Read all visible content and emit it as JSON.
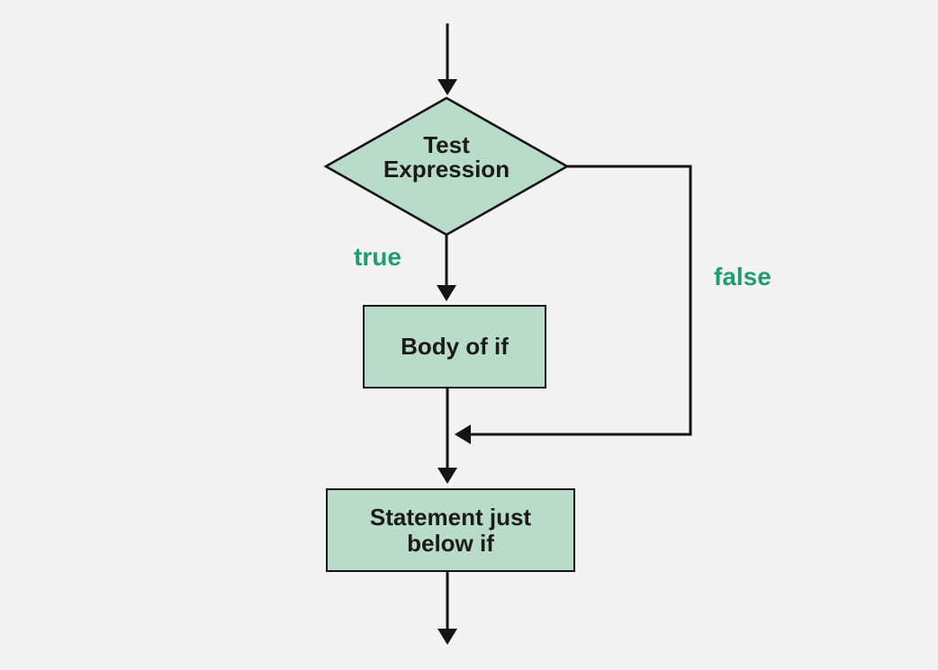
{
  "diagram": {
    "type": "flowchart",
    "subject": "if statement control flow",
    "nodes": {
      "decision": {
        "shape": "diamond",
        "label": "Test Expression"
      },
      "body": {
        "shape": "rectangle",
        "label": "Body of if"
      },
      "statement": {
        "shape": "rectangle",
        "label": "Statement just below if"
      }
    },
    "edges": {
      "true_label": "true",
      "false_label": "false"
    }
  },
  "colors": {
    "background": "#f3f3f4",
    "node_fill": "#b9dbc9",
    "node_border": "#141414",
    "line": "#141414",
    "text": "#1b1b1b",
    "branch_label": "#1f9d72"
  }
}
